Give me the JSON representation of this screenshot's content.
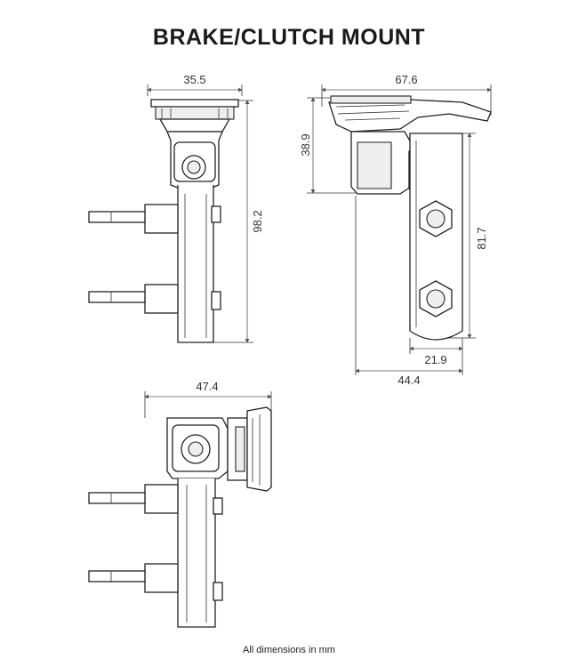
{
  "title": "BRAKE/CLUTCH MOUNT",
  "footer": "All dimensions in mm",
  "dimensions": {
    "front_width": "35.5",
    "front_height": "98.2",
    "side_width": "67.6",
    "side_head_height": "38.9",
    "side_arm_height": "81.7",
    "side_arm_width": "21.9",
    "side_total_width": "44.4",
    "bottom_width": "47.4"
  }
}
